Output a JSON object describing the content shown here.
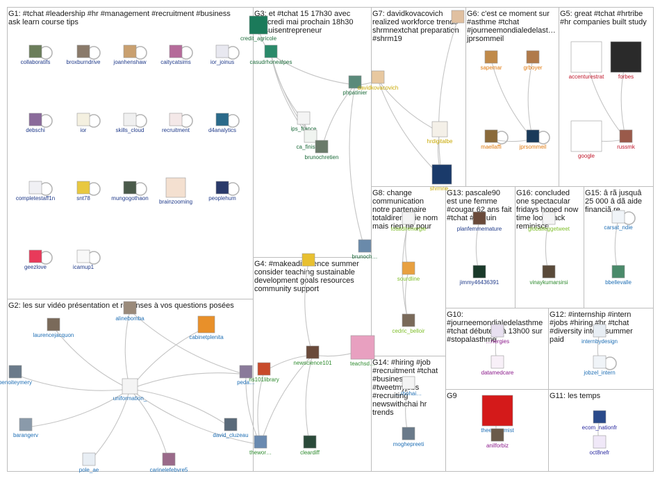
{
  "groups": [
    {
      "id": "G1",
      "title": [
        "G1: #tchat #leadership #hr #management #recruitment #business",
        "ask learn course tips"
      ]
    },
    {
      "id": "G2",
      "title": [
        "G2: les sur vidéo présentation et réponses à vos questions posées"
      ]
    },
    {
      "id": "G3",
      "title": [
        "G3: et #tchat 15 17h30 avec",
        "mercredi mai prochain 18h30",
        "#jesuisentrepreneur"
      ]
    },
    {
      "id": "G4",
      "title": [
        "G4: #makeadifference summer",
        "consider teaching sustainable",
        "development goals resources",
        "community support"
      ]
    },
    {
      "id": "G5",
      "title": [
        "G5: great #tchat #hrtribe",
        "#hr companies built study"
      ]
    },
    {
      "id": "G6",
      "title": [
        "G6: c'est ce moment sur",
        "#asthme #tchat",
        "#journeemondialedelast…",
        "jprsommeil"
      ]
    },
    {
      "id": "G7",
      "title": [
        "G7: davidkovacovich",
        "realized workforce trends",
        "shrmnextchat preparation",
        "#shrm19"
      ]
    },
    {
      "id": "G8",
      "title": [
        "G8: change",
        "communication",
        "notre partenaire",
        "totaldirenergie nom",
        "mais rien ne pour"
      ]
    },
    {
      "id": "G9",
      "title": [
        "G9"
      ]
    },
    {
      "id": "G10",
      "title": [
        "G10:",
        "#journeemondialedelasthme",
        "#tchat débutera à 13h00 sur",
        "#stopalasthme"
      ]
    },
    {
      "id": "G11",
      "title": [
        "G11: les temps"
      ]
    },
    {
      "id": "G12",
      "title": [
        "G12: #internship #intern",
        "#jobs #hiring #hr #tchat",
        "#diversity intern summer",
        "paid"
      ]
    },
    {
      "id": "G13",
      "title": [
        "G13: pascale90",
        "est une femme",
        "#cougar 62 ans fait",
        "#tchat #coquin"
      ]
    },
    {
      "id": "G14",
      "title": [
        "G14: #hiring #job",
        "#recruitment #tchat",
        "#business",
        "#tweetmyjobs",
        "#recruiting",
        "newswithchai hr",
        "trends"
      ]
    },
    {
      "id": "G15",
      "title": [
        "G15: â rã jusquâ",
        "25 000 â dã aide",
        "financiã re"
      ]
    },
    {
      "id": "G16",
      "title": [
        "G16: concluded",
        "one spectacular",
        "fridays hoped now",
        "time look back",
        "reminisce"
      ]
    }
  ],
  "nodes": [
    {
      "id": "collaboratifs",
      "label": "collaboratifs",
      "color": "#1f3a8a",
      "avatar": "#6b7d5a"
    },
    {
      "id": "broxburndrive",
      "label": "broxburndrive",
      "color": "#1f3a8a",
      "avatar": "#8a7a6a"
    },
    {
      "id": "joanhenshaw",
      "label": "joanhenshaw",
      "color": "#1f3a8a",
      "avatar": "#c9a070"
    },
    {
      "id": "caitycatsims",
      "label": "caitycatsims",
      "color": "#1f3a8a",
      "avatar": "#b56b9a"
    },
    {
      "id": "ior_joinus",
      "label": "ior_joinus",
      "color": "#1f3a8a",
      "avatar": "#e8e8f0"
    },
    {
      "id": "debschi",
      "label": "debschi",
      "color": "#1f3a8a",
      "avatar": "#8a6a9a"
    },
    {
      "id": "ior",
      "label": "ior",
      "color": "#1f3a8a",
      "avatar": "#f4f0e0"
    },
    {
      "id": "skills_cloud",
      "label": "skills_cloud",
      "color": "#1f3a8a",
      "avatar": "#f0f0f0"
    },
    {
      "id": "recruitment",
      "label": "recruitment",
      "color": "#1f3a8a",
      "avatar": "#f4e8e8"
    },
    {
      "id": "d4analytics",
      "label": "d4analytics",
      "color": "#1f3a8a",
      "avatar": "#2a6a8a"
    },
    {
      "id": "completestaff1n",
      "label": "completestaff1n",
      "color": "#1f3a8a",
      "avatar": "#f0f0f4"
    },
    {
      "id": "snt78",
      "label": "snt78",
      "color": "#1f3a8a",
      "avatar": "#e8c840"
    },
    {
      "id": "mungogothaon",
      "label": "mungogothaon",
      "color": "#1f3a8a",
      "avatar": "#4a5a4a"
    },
    {
      "id": "brainzooming",
      "label": "brainzooming",
      "color": "#1f3a8a",
      "avatar": "#f4e0d0"
    },
    {
      "id": "peoplehum",
      "label": "peoplehum",
      "color": "#1f3a8a",
      "avatar": "#2a3a6a"
    },
    {
      "id": "geezlove",
      "label": "geezlove",
      "color": "#1f3a8a",
      "avatar": "#e83a5a"
    },
    {
      "id": "icamup1",
      "label": "icamup1",
      "color": "#1f3a8a",
      "avatar": "#f8f8f8"
    },
    {
      "id": "laurencejacquon",
      "label": "laurencejacquon",
      "color": "#1f6fb5",
      "avatar": "#7a6a5a"
    },
    {
      "id": "alinebomba",
      "label": "alinebomba",
      "color": "#1f6fb5",
      "avatar": "#9a8a7a"
    },
    {
      "id": "cabinetplenita",
      "label": "cabinetplenita",
      "color": "#1f6fb5",
      "avatar": "#e8902a"
    },
    {
      "id": "benoiteymery",
      "label": "benoiteymery",
      "color": "#1f6fb5",
      "avatar": "#6a7a8a"
    },
    {
      "id": "uniformation_",
      "label": "uniformation_",
      "color": "#1f6fb5",
      "avatar": "#f4f4f4"
    },
    {
      "id": "peda",
      "label": "peda…",
      "color": "#1f6fb5",
      "avatar": "#8a7a9a"
    },
    {
      "id": "barangerv",
      "label": "barangerv",
      "color": "#1f6fb5",
      "avatar": "#8a9aaa"
    },
    {
      "id": "david_cluzeau",
      "label": "david_cluzeau",
      "color": "#1f6fb5",
      "avatar": "#5a6a7a"
    },
    {
      "id": "pole_ae",
      "label": "pole_ae",
      "color": "#1f6fb5",
      "avatar": "#e8eef4"
    },
    {
      "id": "carinelefebvre5",
      "label": "carinelefebvre5",
      "color": "#1f6fb5",
      "avatar": "#9a6a8a"
    },
    {
      "id": "credit_agricole",
      "label": "credit_agricole",
      "color": "#1b6b3a",
      "avatar": "#1b7a5a"
    },
    {
      "id": "casudrhonealpes",
      "label": "casudrhonealpes",
      "color": "#1b6b3a",
      "avatar": "#2a8a6a"
    },
    {
      "id": "ips_france",
      "label": "ips_france",
      "color": "#1b6b3a",
      "avatar": "#f4f4f4"
    },
    {
      "id": "ca_finistere",
      "label": "ca_finistere",
      "color": "#1b6b3a",
      "avatar": "#f0f4f0"
    },
    {
      "id": "brunochretien",
      "label": "brunochretien",
      "color": "#1b6b3a",
      "avatar": "#6a7a6a"
    },
    {
      "id": "phpatinier",
      "label": "phpatinier",
      "color": "#1b6b3a",
      "avatar": "#5a8a7a"
    },
    {
      "id": "brunoch",
      "label": "brunoch…",
      "color": "#1b6b3a",
      "avatar": "#6a8aaa"
    },
    {
      "id": "newscience101",
      "label": "newscience101",
      "color": "#2e8b2e",
      "avatar": "#6a4a3a"
    },
    {
      "id": "teachsdgs",
      "label": "teachsd…",
      "color": "#2e8b2e",
      "avatar": "#e8a0c0"
    },
    {
      "id": "ns101library",
      "label": "ns101library",
      "color": "#2e8b2e",
      "avatar": "#c84a2a"
    },
    {
      "id": "theworld",
      "label": "thewor…",
      "color": "#2e8b2e",
      "avatar": "#6a8ab0"
    },
    {
      "id": "cleardiff",
      "label": "cleardiff",
      "color": "#2e8b2e",
      "avatar": "#2a4a3a"
    },
    {
      "id": "g4head",
      "label": "",
      "color": "#2e8b2e",
      "avatar": "#e8c030"
    },
    {
      "id": "accenturestrat",
      "label": "accenturestrat",
      "color": "#c0162a",
      "avatar": "#ffffff"
    },
    {
      "id": "forbes",
      "label": "forbes",
      "color": "#c0162a",
      "avatar": "#2a2a2a"
    },
    {
      "id": "google",
      "label": "google",
      "color": "#c0162a",
      "avatar": "#ffffff"
    },
    {
      "id": "russmk",
      "label": "russmk",
      "color": "#c0162a",
      "avatar": "#9a5a4a"
    },
    {
      "id": "sapemar",
      "label": "sapemar",
      "color": "#e07a10",
      "avatar": "#c08a4a"
    },
    {
      "id": "grboyer",
      "label": "grboyer",
      "color": "#e07a10",
      "avatar": "#b07a4a"
    },
    {
      "id": "maellaffi",
      "label": "maellaffi",
      "color": "#e07a10",
      "avatar": "#8a6a3a"
    },
    {
      "id": "jprsommeil",
      "label": "jprsommeil",
      "color": "#e07a10",
      "avatar": "#1a3a5a"
    },
    {
      "id": "g6head",
      "label": "",
      "color": "#e07a10",
      "avatar": "#e0c0a0"
    },
    {
      "id": "davidkovacovich",
      "label": "davidkovacovich",
      "color": "#c8a800",
      "avatar": "#e8c8a0"
    },
    {
      "id": "hrdigitalbe",
      "label": "hrdigitalbe",
      "color": "#c8a800",
      "avatar": "#f4f0e8"
    },
    {
      "id": "shrmnextchat",
      "label": "shrmne…",
      "color": "#c8a800",
      "avatar": "#1a3a6a"
    },
    {
      "id": "totaldirenergie",
      "label": "totaldirenergie",
      "color": "#7fbf2a",
      "avatar": "#f4f4f4"
    },
    {
      "id": "sourdline",
      "label": "sourdline",
      "color": "#7fbf2a",
      "avatar": "#e8a040"
    },
    {
      "id": "cedric_belloir",
      "label": "cedric_belloir",
      "color": "#7fbf2a",
      "avatar": "#7a6a5a"
    },
    {
      "id": "theeconomist",
      "label": "theeconomist",
      "color": "#1f6fb5",
      "avatar": "#d41a1a"
    },
    {
      "id": "anilforbiz",
      "label": "anilforbiz",
      "color": "#8b1a8b",
      "avatar": "#6a5a4a"
    },
    {
      "id": "datamedcare",
      "label": "datamedcare",
      "color": "#8b1a8b",
      "avatar": "#f8f0f8"
    },
    {
      "id": "g10head",
      "label": "…nergies",
      "color": "#8b1a8b",
      "avatar": "#e8e0f0"
    },
    {
      "id": "ecom_nationfr",
      "label": "ecom_nationfr",
      "color": "#2a2aa0",
      "avatar": "#2a4a8a"
    },
    {
      "id": "oct8nefr",
      "label": "oct8nefr",
      "color": "#2a2aa0",
      "avatar": "#f0e8f8"
    },
    {
      "id": "internbydesign",
      "label": "internbydesign",
      "color": "#1f6fb5",
      "avatar": "#e8eef4"
    },
    {
      "id": "jobzel_intern",
      "label": "jobzel_intern",
      "color": "#1f6fb5",
      "avatar": "#f0f4f8"
    },
    {
      "id": "planfemmemature",
      "label": "planfemmemature",
      "color": "#1f3a8a",
      "avatar": "#f4f4f4"
    },
    {
      "id": "jimmy46436391",
      "label": "jimmy46436391",
      "color": "#1f3a8a",
      "avatar": "#1a3a2a"
    },
    {
      "id": "g13head",
      "label": "",
      "color": "#1f3a8a",
      "avatar": "#6a4a3a"
    },
    {
      "id": "g14head",
      "label": "…rhohai…",
      "color": "#1f6fb5",
      "avatar": "#f4f4f4"
    },
    {
      "id": "moghepreeti",
      "label": "moghepreeti",
      "color": "#1f6fb5",
      "avatar": "#6a7a8a"
    },
    {
      "id": "carsat_ndie",
      "label": "carsat_ndie",
      "color": "#1f6fb5",
      "avatar": "#f0f4f8"
    },
    {
      "id": "bbellevalle",
      "label": "bbellevalle",
      "color": "#1f6fb5",
      "avatar": "#4a8a6a"
    },
    {
      "id": "g16label",
      "label": "globalleggetweet",
      "color": "#7fbf2a",
      "avatar": "#f4f4f4"
    },
    {
      "id": "vinaykumarsirsi",
      "label": "vinaykumarsirsi",
      "color": "#2e8b2e",
      "avatar": "#5a4a3a"
    }
  ]
}
